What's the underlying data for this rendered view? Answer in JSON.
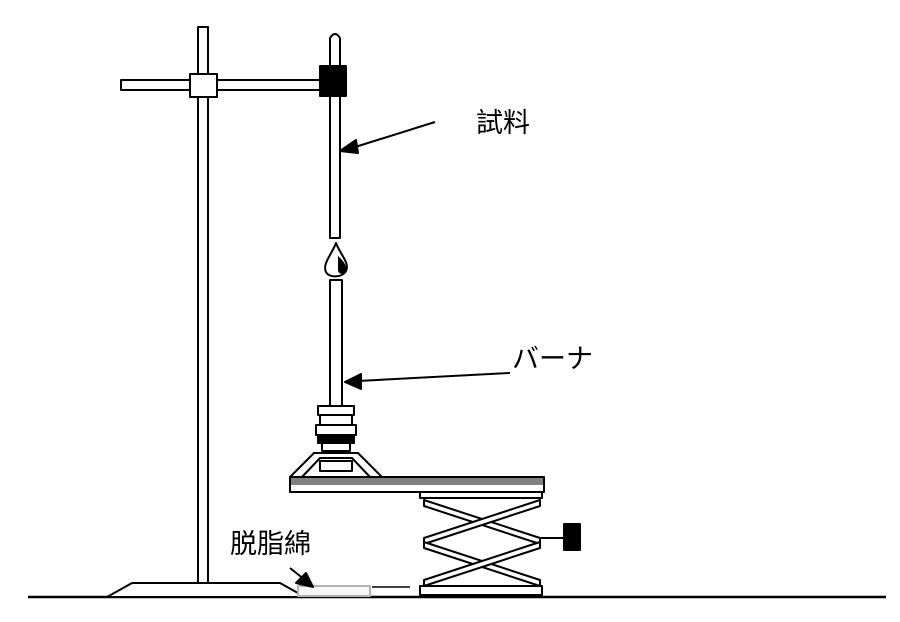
{
  "diagram": {
    "labels": {
      "sample": "試料",
      "burner": "バーナ",
      "cotton": "脱脂綿"
    },
    "colors": {
      "line": "#000000",
      "platform_top": "#808080",
      "cotton_fill": "#f7f7f7",
      "cotton_edge": "#b3b3b3"
    }
  }
}
